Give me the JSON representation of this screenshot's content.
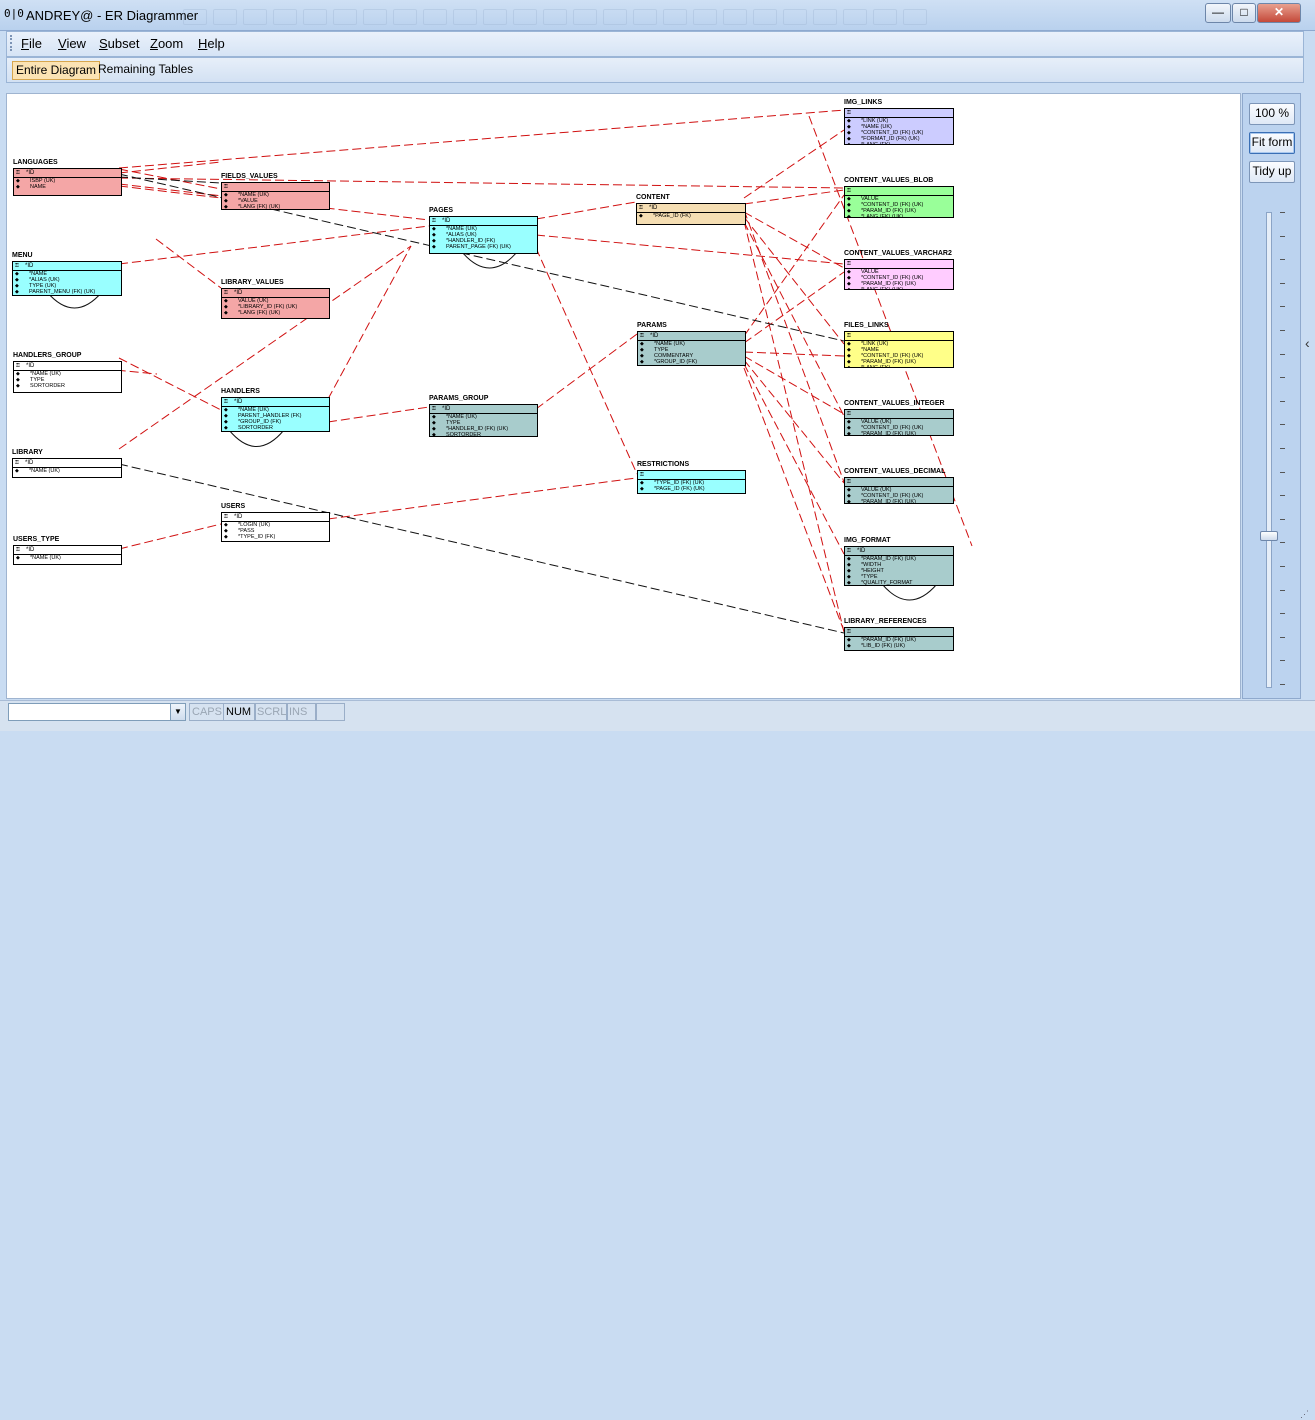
{
  "window": {
    "title": "ANDREY@ - ER Diagrammer",
    "app_icon": "0|0"
  },
  "window_buttons": {
    "minimize": "—",
    "maximize": "□",
    "close": "✕"
  },
  "menu": [
    {
      "label": "File",
      "mnemonic": "F"
    },
    {
      "label": "View",
      "mnemonic": "V"
    },
    {
      "label": "Subset",
      "mnemonic": "S"
    },
    {
      "label": "Zoom",
      "mnemonic": "Z"
    },
    {
      "label": "Help",
      "mnemonic": "H"
    }
  ],
  "tabs": [
    {
      "label": "Entire Diagram",
      "active": true
    },
    {
      "label": "Remaining Tables",
      "active": false
    }
  ],
  "side": {
    "zoom_label": "100 %",
    "fit_label": "Fit form",
    "tidy_label": "Tidy up",
    "slider_level_fraction": 0.3
  },
  "status": {
    "combo_value": "",
    "caps": "CAPS",
    "num": "NUM",
    "scrl": "SCRL",
    "ins": "INS"
  },
  "tables": [
    {
      "id": "languages",
      "name": "LANGUAGES",
      "color": "#f4a6a6",
      "pk": "ID",
      "cols": [
        "ISBP (UK)",
        "NAME"
      ]
    },
    {
      "id": "fields_values",
      "name": "FIELDS_VALUES",
      "color": "#f4a6a6",
      "pk": "",
      "cols": [
        "*NAME (UK)",
        "*VALUE",
        "*LANG (FK) (UK)"
      ]
    },
    {
      "id": "menu",
      "name": "MENU",
      "color": "#99ffff",
      "pk": "ID",
      "cols": [
        "*NAME",
        "*ALIAS (UK)",
        "TYPE (UK)",
        "PARENT_MENU (FK) (UK)"
      ]
    },
    {
      "id": "library_values",
      "name": "LIBRARY_VALUES",
      "color": "#f4a6a6",
      "pk": "ID",
      "cols": [
        "VALUE (UK)",
        "*LIBRARY_ID (FK) (UK)",
        "*LANG (FK) (UK)"
      ]
    },
    {
      "id": "handlers_group",
      "name": "HANDLERS_GROUP",
      "color": "#ffffff",
      "pk": "ID",
      "cols": [
        "*NAME (UK)",
        "TYPE",
        "SORTORDER"
      ]
    },
    {
      "id": "handlers",
      "name": "HANDLERS",
      "color": "#99ffff",
      "pk": "ID",
      "cols": [
        "*NAME (UK)",
        "PARENT_HANDLER (FK)",
        "*GROUP_ID (FK)",
        "SORTORDER"
      ]
    },
    {
      "id": "library",
      "name": "LIBRARY",
      "color": "#ffffff",
      "pk": "ID",
      "cols": [
        "*NAME (UK)"
      ]
    },
    {
      "id": "users",
      "name": "USERS",
      "color": "#ffffff",
      "pk": "ID",
      "cols": [
        "*LOGIN (UK)",
        "*PASS",
        "*TYPE_ID (FK)"
      ]
    },
    {
      "id": "users_type",
      "name": "USERS_TYPE",
      "color": "#ffffff",
      "pk": "ID",
      "cols": [
        "*NAME (UK)"
      ]
    },
    {
      "id": "pages",
      "name": "PAGES",
      "color": "#99ffff",
      "pk": "ID",
      "cols": [
        "*NAME (UK)",
        "*ALIAS (UK)",
        "*HANDLER_ID (FK)",
        "PARENT_PAGE (FK) (UK)"
      ]
    },
    {
      "id": "params_group",
      "name": "PARAMS_GROUP",
      "color": "#a8cccc",
      "pk": "ID",
      "cols": [
        "*NAME (UK)",
        "TYPE",
        "*HANDLER_ID (FK) (UK)",
        "SORTORDER"
      ]
    },
    {
      "id": "content",
      "name": "CONTENT",
      "color": "#f5deb3",
      "pk": "ID",
      "cols": [
        "*PAGE_ID (FK)"
      ]
    },
    {
      "id": "params",
      "name": "PARAMS",
      "color": "#a8cccc",
      "pk": "ID",
      "cols": [
        "*NAME (UK)",
        "TYPE",
        "COMMENTARY",
        "*GROUP_ID (FK)"
      ]
    },
    {
      "id": "restrictions",
      "name": "RESTRICTIONS",
      "color": "#99ffff",
      "pk": "",
      "cols": [
        "*TYPE_ID (FK) (UK)",
        "*PAGE_ID (FK) (UK)"
      ]
    },
    {
      "id": "img_links",
      "name": "IMG_LINKS",
      "color": "#ccccff",
      "pk": "",
      "cols": [
        "*LINK (UK)",
        "*NAME (UK)",
        "*CONTENT_ID (FK) (UK)",
        "*FORMAT_ID (FK) (UK)",
        "*LANG (FK)"
      ]
    },
    {
      "id": "cv_blob",
      "name": "CONTENT_VALUES_BLOB",
      "color": "#99ff99",
      "pk": "",
      "cols": [
        "VALUE",
        "*CONTENT_ID (FK) (UK)",
        "*PARAM_ID (FK) (UK)",
        "*LANG (FK) (UK)"
      ]
    },
    {
      "id": "cv_varchar2",
      "name": "CONTENT_VALUES_VARCHAR2",
      "color": "#ffccff",
      "pk": "",
      "cols": [
        "VALUE",
        "*CONTENT_ID (FK) (UK)",
        "*PARAM_ID (FK) (UK)",
        "*LANG (FK) (UK)"
      ]
    },
    {
      "id": "files_links",
      "name": "FILES_LINKS",
      "color": "#ffff88",
      "pk": "",
      "cols": [
        "*LINK (UK)",
        "*NAME",
        "*CONTENT_ID (FK) (UK)",
        "*PARAM_ID (FK) (UK)",
        "*LANG (FK)"
      ]
    },
    {
      "id": "cv_integer",
      "name": "CONTENT_VALUES_INTEGER",
      "color": "#a8cccc",
      "pk": "",
      "cols": [
        "VALUE (UK)",
        "*CONTENT_ID (FK) (UK)",
        "*PARAM_ID (FK) (UK)"
      ]
    },
    {
      "id": "cv_decimal",
      "name": "CONTENT_VALUES_DECIMAL",
      "color": "#a8cccc",
      "pk": "",
      "cols": [
        "VALUE (UK)",
        "*CONTENT_ID (FK) (UK)",
        "*PARAM_ID (FK) (UK)"
      ]
    },
    {
      "id": "img_format",
      "name": "IMG_FORMAT",
      "color": "#a8cccc",
      "pk": "ID",
      "cols": [
        "*PARAM_ID (FK) (UK)",
        "*WIDTH",
        "*HEIGHT",
        "*TYPE",
        "*QUALITY_FORMAT"
      ]
    },
    {
      "id": "library_references",
      "name": "LIBRARY_REFERENCES",
      "color": "#a8cccc",
      "pk": "",
      "cols": [
        "*PARAM_ID (FK) (UK)",
        "*LIB_ID (FK) (UK)"
      ]
    }
  ]
}
